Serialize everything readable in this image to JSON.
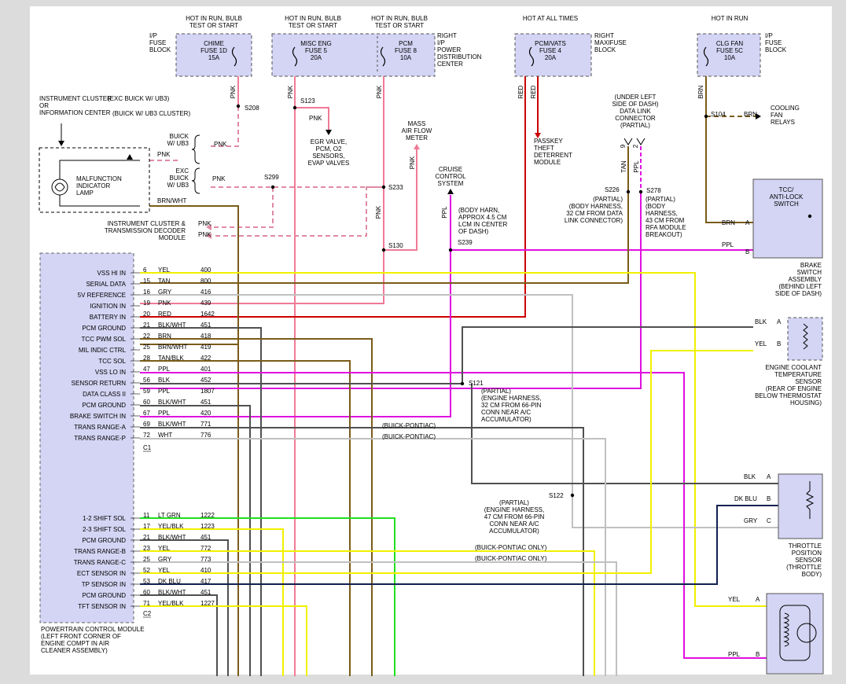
{
  "fuses": [
    {
      "header": [
        "HOT IN RUN, BULB",
        "TEST OR START"
      ],
      "lines": [
        "CHIME",
        "FUSE 1D",
        "15A"
      ]
    },
    {
      "header": [
        "HOT IN RUN, BULB",
        "TEST OR START"
      ],
      "lines": [
        "MISC ENG",
        "FUSE 5",
        "20A"
      ]
    },
    {
      "header": [
        "HOT IN RUN, BULB",
        "TEST OR START"
      ],
      "lines": [
        "PCM",
        "FUSE 8",
        "10A"
      ]
    },
    {
      "header": [
        "HOT AT ALL TIMES"
      ],
      "lines": [
        "PCM/VATS",
        "FUSE 4",
        "20A"
      ]
    },
    {
      "header": [
        "HOT IN RUN"
      ],
      "lines": [
        "CLG FAN",
        "FUSE 5C",
        "10A"
      ]
    }
  ],
  "blocks": {
    "ip_left": [
      "I/P",
      "FUSE",
      "BLOCK"
    ],
    "right_ip": [
      "RIGHT",
      "I/P",
      "POWER",
      "DISTRIBUTION",
      "CENTER"
    ],
    "right_maxi": [
      "RIGHT",
      "MAXIFUSE",
      "BLOCK"
    ],
    "ip_right": [
      "I/P",
      "FUSE",
      "BLOCK"
    ]
  },
  "cluster": {
    "lines": [
      "INSTRUMENT CLUSTER",
      "OR",
      "INFORMATION CENTER"
    ],
    "exc": "(EXC BUICK W/ UB3)",
    "buick": "(BUICK W/ UB3 CLUSTER)",
    "lamp": [
      "MALFUNCTION",
      "INDICATOR",
      "LAMP"
    ],
    "buick_ub3": [
      "BUICK",
      "W/ UB3"
    ],
    "exc_buick": [
      "EXC",
      "BUICK",
      "W/ UB3"
    ],
    "decoder": [
      "INSTRUMENT CLUSTER &",
      "TRANSMISSION DECODER",
      "MODULE"
    ]
  },
  "splices": {
    "s208": "S208",
    "s123": "S123",
    "s299": "S299",
    "s233": "S233",
    "s130": "S130",
    "s239": "S239",
    "s226": "S226",
    "s278": "S278",
    "s104": "S104",
    "s121": "S121",
    "s122": "S122"
  },
  "notes": {
    "egr": [
      "EGR VALVE,",
      "PCM, O2",
      "SENSORS,",
      "EVAP VALVES"
    ],
    "maf": [
      "MASS",
      "AIR FLOW",
      "METER"
    ],
    "cruise": [
      "CRUISE",
      "CONTROL",
      "SYSTEM"
    ],
    "passkey": [
      "PASSKEY",
      "THEFT",
      "DETERRENT",
      "MODULE"
    ],
    "dlc": [
      "(UNDER LEFT",
      "SIDE OF DASH)",
      "DATA LINK",
      "CONNECTOR",
      "(PARTIAL)"
    ],
    "s239_note": [
      "(BODY HARN,",
      "APPROX 4.5 CM",
      "LCM IN CENTER",
      "OF DASH)"
    ],
    "s226_note": [
      "(PARTIAL)",
      "(BODY HARNESS,",
      "32 CM FROM DATA",
      "LINK CONNECTOR)"
    ],
    "s278_note": [
      "(PARTIAL)",
      "(BODY",
      "HARNESS,",
      "43 CM FROM",
      "RFA MODULE",
      "BREAKOUT)"
    ],
    "fan_relays": [
      "COOLING",
      "FAN",
      "RELAYS"
    ],
    "s121_note": [
      "(PARTIAL)",
      "(ENGINE HARNESS,",
      "32 CM FROM 66-PIN",
      "CONN NEAR A/C",
      "ACCUMULATOR)"
    ],
    "s122_note": [
      "(PARTIAL)",
      "(ENGINE HARNESS,",
      "47 CM FROM 66-PIN",
      "CONN NEAR A/C",
      "ACCUMULATOR)"
    ],
    "buick_pontiac": "(BUICK-PONTIAC)",
    "buick_pontiac_only": "(BUICK-PONTIAC ONLY)",
    "pcm_caption": [
      "POWERTRAIN CONTROL MODULE",
      "(LEFT FRONT CORNER OF",
      "ENGINE COMPT IN AIR",
      "CLEANER ASSEMBLY)"
    ],
    "dlc_pins": [
      "9",
      "2"
    ]
  },
  "components": {
    "brake": {
      "box": [
        "TCC/",
        "ANTI-LOCK",
        "SWITCH"
      ],
      "caption": [
        "BRAKE",
        "SWITCH",
        "ASSEMBLY",
        "(BEHIND LEFT",
        "SIDE OF DASH)"
      ]
    },
    "ect": {
      "caption": [
        "ENGINE COOLANT",
        "TEMPERATURE",
        "SENSOR",
        "(REAR OF ENGINE",
        "BELOW THERMOSTAT",
        "HOUSING)"
      ]
    },
    "tps": {
      "caption": [
        "THROTTLE",
        "POSITION",
        "SENSOR",
        "(THROTTLE",
        "BODY)"
      ]
    }
  },
  "wire_colors": {
    "pnk": "PNK",
    "red": "RED",
    "brn": "BRN",
    "ppl": "PPL",
    "tan": "TAN",
    "brn_wht": "BRN/WHT",
    "blk": "BLK",
    "yel": "YEL",
    "dk_blu": "DK BLU",
    "gry": "GRY"
  },
  "pin_letters": {
    "a": "A",
    "b": "B",
    "c": "C"
  },
  "connectors": {
    "c1": "C1",
    "c2": "C2"
  },
  "pcm_pins_c1": [
    {
      "pin": "6",
      "color": "YEL",
      "circuit": "400",
      "label": "VSS HI IN"
    },
    {
      "pin": "15",
      "color": "TAN",
      "circuit": "800",
      "label": "SERIAL DATA"
    },
    {
      "pin": "16",
      "color": "GRY",
      "circuit": "416",
      "label": "5V REFERENCE"
    },
    {
      "pin": "19",
      "color": "PNK",
      "circuit": "439",
      "label": "IGNITION IN"
    },
    {
      "pin": "20",
      "color": "RED",
      "circuit": "1642",
      "label": "BATTERY IN"
    },
    {
      "pin": "21",
      "color": "BLK/WHT",
      "circuit": "451",
      "label": "PCM GROUND"
    },
    {
      "pin": "22",
      "color": "BRN",
      "circuit": "418",
      "label": "TCC PWM SOL"
    },
    {
      "pin": "25",
      "color": "BRN/WHT",
      "circuit": "419",
      "label": "MIL INDIC CTRL"
    },
    {
      "pin": "28",
      "color": "TAN/BLK",
      "circuit": "422",
      "label": "TCC SOL"
    },
    {
      "pin": "47",
      "color": "PPL",
      "circuit": "401",
      "label": "VSS LO IN"
    },
    {
      "pin": "56",
      "color": "BLK",
      "circuit": "452",
      "label": "SENSOR RETURN"
    },
    {
      "pin": "59",
      "color": "PPL",
      "circuit": "1807",
      "label": "DATA CLASS II"
    },
    {
      "pin": "60",
      "color": "BLK/WHT",
      "circuit": "451",
      "label": "PCM GROUND"
    },
    {
      "pin": "67",
      "color": "PPL",
      "circuit": "420",
      "label": "BRAKE SWITCH IN"
    },
    {
      "pin": "69",
      "color": "BLK/WHT",
      "circuit": "771",
      "label": "TRANS RANGE-A"
    },
    {
      "pin": "72",
      "color": "WHT",
      "circuit": "776",
      "label": "TRANS RANGE-P"
    }
  ],
  "pcm_pins_c2": [
    {
      "pin": "11",
      "color": "LT GRN",
      "circuit": "1222",
      "label": "1-2 SHIFT SOL"
    },
    {
      "pin": "17",
      "color": "YEL/BLK",
      "circuit": "1223",
      "label": "2-3 SHIFT SOL"
    },
    {
      "pin": "21",
      "color": "BLK/WHT",
      "circuit": "451",
      "label": "PCM GROUND"
    },
    {
      "pin": "23",
      "color": "YEL",
      "circuit": "772",
      "label": "TRANS RANGE-B"
    },
    {
      "pin": "25",
      "color": "GRY",
      "circuit": "773",
      "label": "TRANS RANGE-C"
    },
    {
      "pin": "52",
      "color": "YEL",
      "circuit": "410",
      "label": "ECT SENSOR IN"
    },
    {
      "pin": "53",
      "color": "DK BLU",
      "circuit": "417",
      "label": "TP SENSOR IN"
    },
    {
      "pin": "60",
      "color": "BLK/WHT",
      "circuit": "451",
      "label": "PCM GROUND"
    },
    {
      "pin": "71",
      "color": "YEL/BLK",
      "circuit": "1227",
      "label": "TFT SENSOR IN"
    }
  ],
  "colors": {
    "pink": "#f07a96",
    "pink_dash": "#e08aa2",
    "red": "#cc0000",
    "olive": "#7a5c1a",
    "magenta": "#e010e0",
    "yellow": "#f0f000",
    "gray": "#9a9a9a",
    "light_gray": "#c0c0c0",
    "dark_gray": "#505050",
    "green": "#20e020",
    "blue": "#102050",
    "box_fill": "#d4d4f4"
  }
}
